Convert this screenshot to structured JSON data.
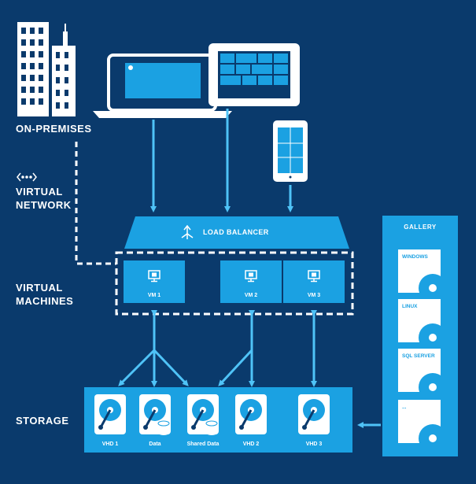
{
  "labels": {
    "on_premises": "ON-PREMISES",
    "virtual_network": [
      "VIRTUAL",
      "NETWORK"
    ],
    "virtual_machines": [
      "VIRTUAL",
      "MACHINES"
    ],
    "storage": "STORAGE"
  },
  "load_balancer": "LOAD BALANCER",
  "vms": [
    "VM 1",
    "VM 2",
    "VM 3"
  ],
  "storage_items": [
    "VHD 1",
    "Data",
    "Shared Data",
    "VHD 2",
    "VHD 3"
  ],
  "gallery": {
    "title": "GALLERY",
    "items": [
      "WINDOWS",
      "LINUX",
      "SQL SERVER",
      "..."
    ]
  },
  "colors": {
    "background": "#0a3a6c",
    "accent": "#1ba1e2",
    "white": "#ffffff"
  },
  "icons": [
    "building-icon",
    "laptop-icon",
    "tablet-icon",
    "phone-icon",
    "network-icon",
    "monitor-icon",
    "hard-disk-icon",
    "database-icon"
  ]
}
